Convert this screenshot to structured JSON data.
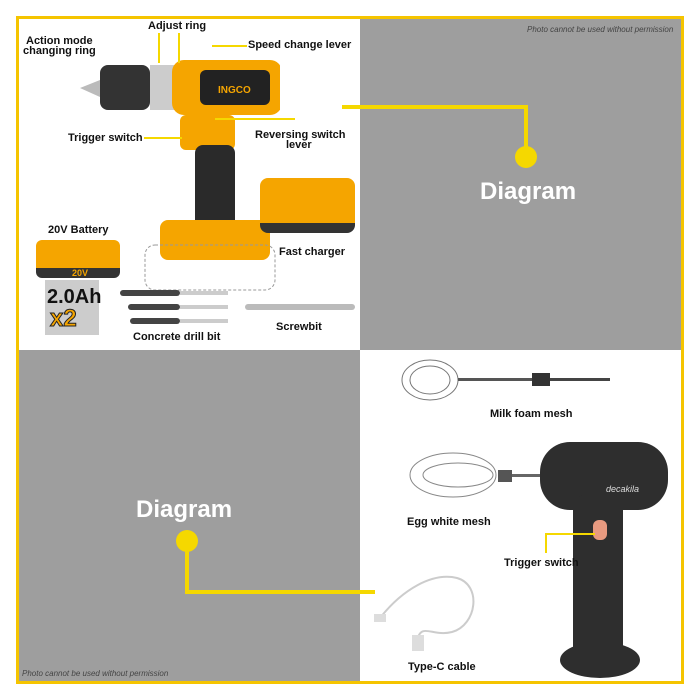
{
  "notes": {
    "top": "Photo cannot be used without permission",
    "bottom": "Photo cannot be used without permission"
  },
  "diagram_labels": {
    "top": "Diagram",
    "bottom": "Diagram"
  },
  "drill": {
    "brand": "INGCO",
    "labels": {
      "adjust_ring": "Adjust ring",
      "action_mode": "Action mode",
      "action_mode2": "changing ring",
      "speed_lever": "Speed change lever",
      "trigger": "Trigger switch",
      "reversing": "Reversing switch",
      "reversing2": "lever",
      "battery": "20V Battery",
      "charger": "Fast charger",
      "drill_bit": "Concrete drill bit",
      "screwbit": "Screwbit"
    },
    "battery_capacity": "2.0Ah",
    "battery_qty": "x2",
    "voltage": "20V"
  },
  "mixer": {
    "brand": "decakila",
    "labels": {
      "milk": "Milk foam mesh",
      "egg": "Egg white mesh",
      "trigger": "Trigger switch",
      "cable": "Type-C cable"
    }
  },
  "colors": {
    "accent": "#f5c400",
    "grey": "#9e9e9e",
    "drill": "#f5a500"
  }
}
